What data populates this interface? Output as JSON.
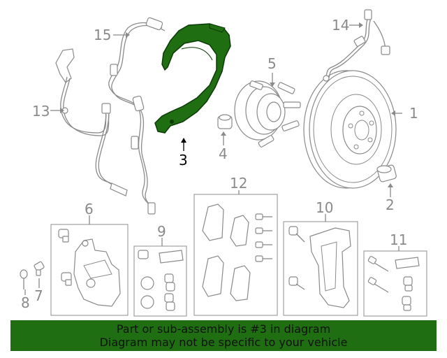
{
  "diagram": {
    "callouts": [
      "1",
      "2",
      "3",
      "4",
      "5",
      "6",
      "7",
      "8",
      "9",
      "10",
      "11",
      "12",
      "13",
      "14",
      "15"
    ],
    "highlighted_part": "3",
    "highlight_color": "#1f6f12",
    "line_color": "#8a8a8a"
  },
  "banner": {
    "line1": "Part or sub-assembly is #3 in diagram",
    "line2": "Diagram may not be specific to your vehicle",
    "background": "#1f6f12"
  }
}
